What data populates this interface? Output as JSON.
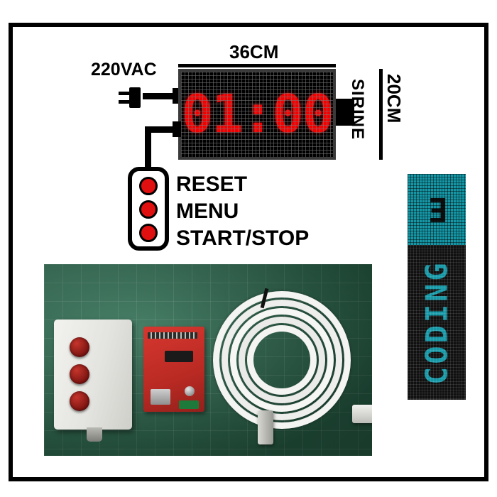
{
  "diagram": {
    "width_label": "36CM",
    "height_label": "20CM",
    "power_label": "220VAC",
    "siren_label": "SIRINE",
    "display_value": "01:00",
    "buttons": [
      {
        "label": "RESET"
      },
      {
        "label": "MENU"
      },
      {
        "label": "START/STOP"
      }
    ],
    "colors": {
      "display_digits": "#f50000",
      "display_background": "#000000",
      "button_red": "#e01010",
      "frame": "#000000"
    }
  },
  "photo": {
    "caption": "",
    "items": [
      {
        "name": "button-enclosure"
      },
      {
        "name": "controller-board"
      },
      {
        "name": "coiled-cable"
      }
    ]
  },
  "logo": {
    "top_text": "E",
    "bottom_text": "CODING",
    "colors": {
      "teal": "#1597a6",
      "dark": "#101010"
    }
  }
}
